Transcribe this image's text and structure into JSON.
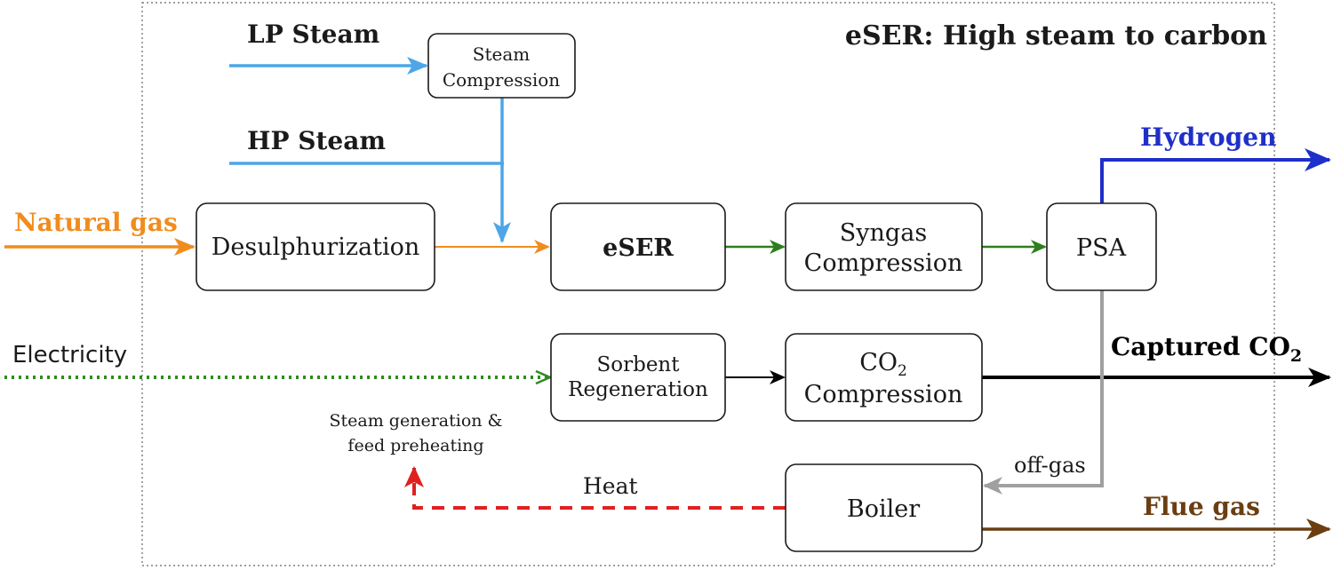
{
  "title": "eSER: High steam to carbon",
  "blocks": {
    "steam_compression": [
      "Steam",
      "Compression"
    ],
    "desulphurization": "Desulphurization",
    "eser": "eSER",
    "syngas_compression": [
      "Syngas",
      "Compression"
    ],
    "psa": "PSA",
    "sorbent_regeneration": [
      "Sorbent",
      "Regeneration"
    ],
    "co2_compression": {
      "line1_main": "CO",
      "line1_sub": "2",
      "line2": "Compression"
    },
    "boiler": "Boiler"
  },
  "streams": {
    "lp_steam": "LP Steam",
    "hp_steam": "HP Steam",
    "natural_gas": "Natural gas",
    "electricity": "Electricity",
    "hydrogen": "Hydrogen",
    "captured_co2": {
      "main": "Captured CO",
      "sub": "2"
    },
    "flue_gas": "Flue gas",
    "off_gas": "off-gas",
    "heat": "Heat"
  },
  "notes": {
    "steam_generation": [
      "Steam generation &",
      "feed preheating"
    ]
  },
  "colors": {
    "steam": "#4da6e8",
    "natural_gas": "#f08c1e",
    "syngas": "#2e7d1e",
    "hydrogen": "#1f2fc9",
    "electricity": "#2e8b1e",
    "co2": "#000000",
    "off_gas": "#a0a0a0",
    "heat": "#e02020",
    "flue_gas": "#6b3e12"
  }
}
